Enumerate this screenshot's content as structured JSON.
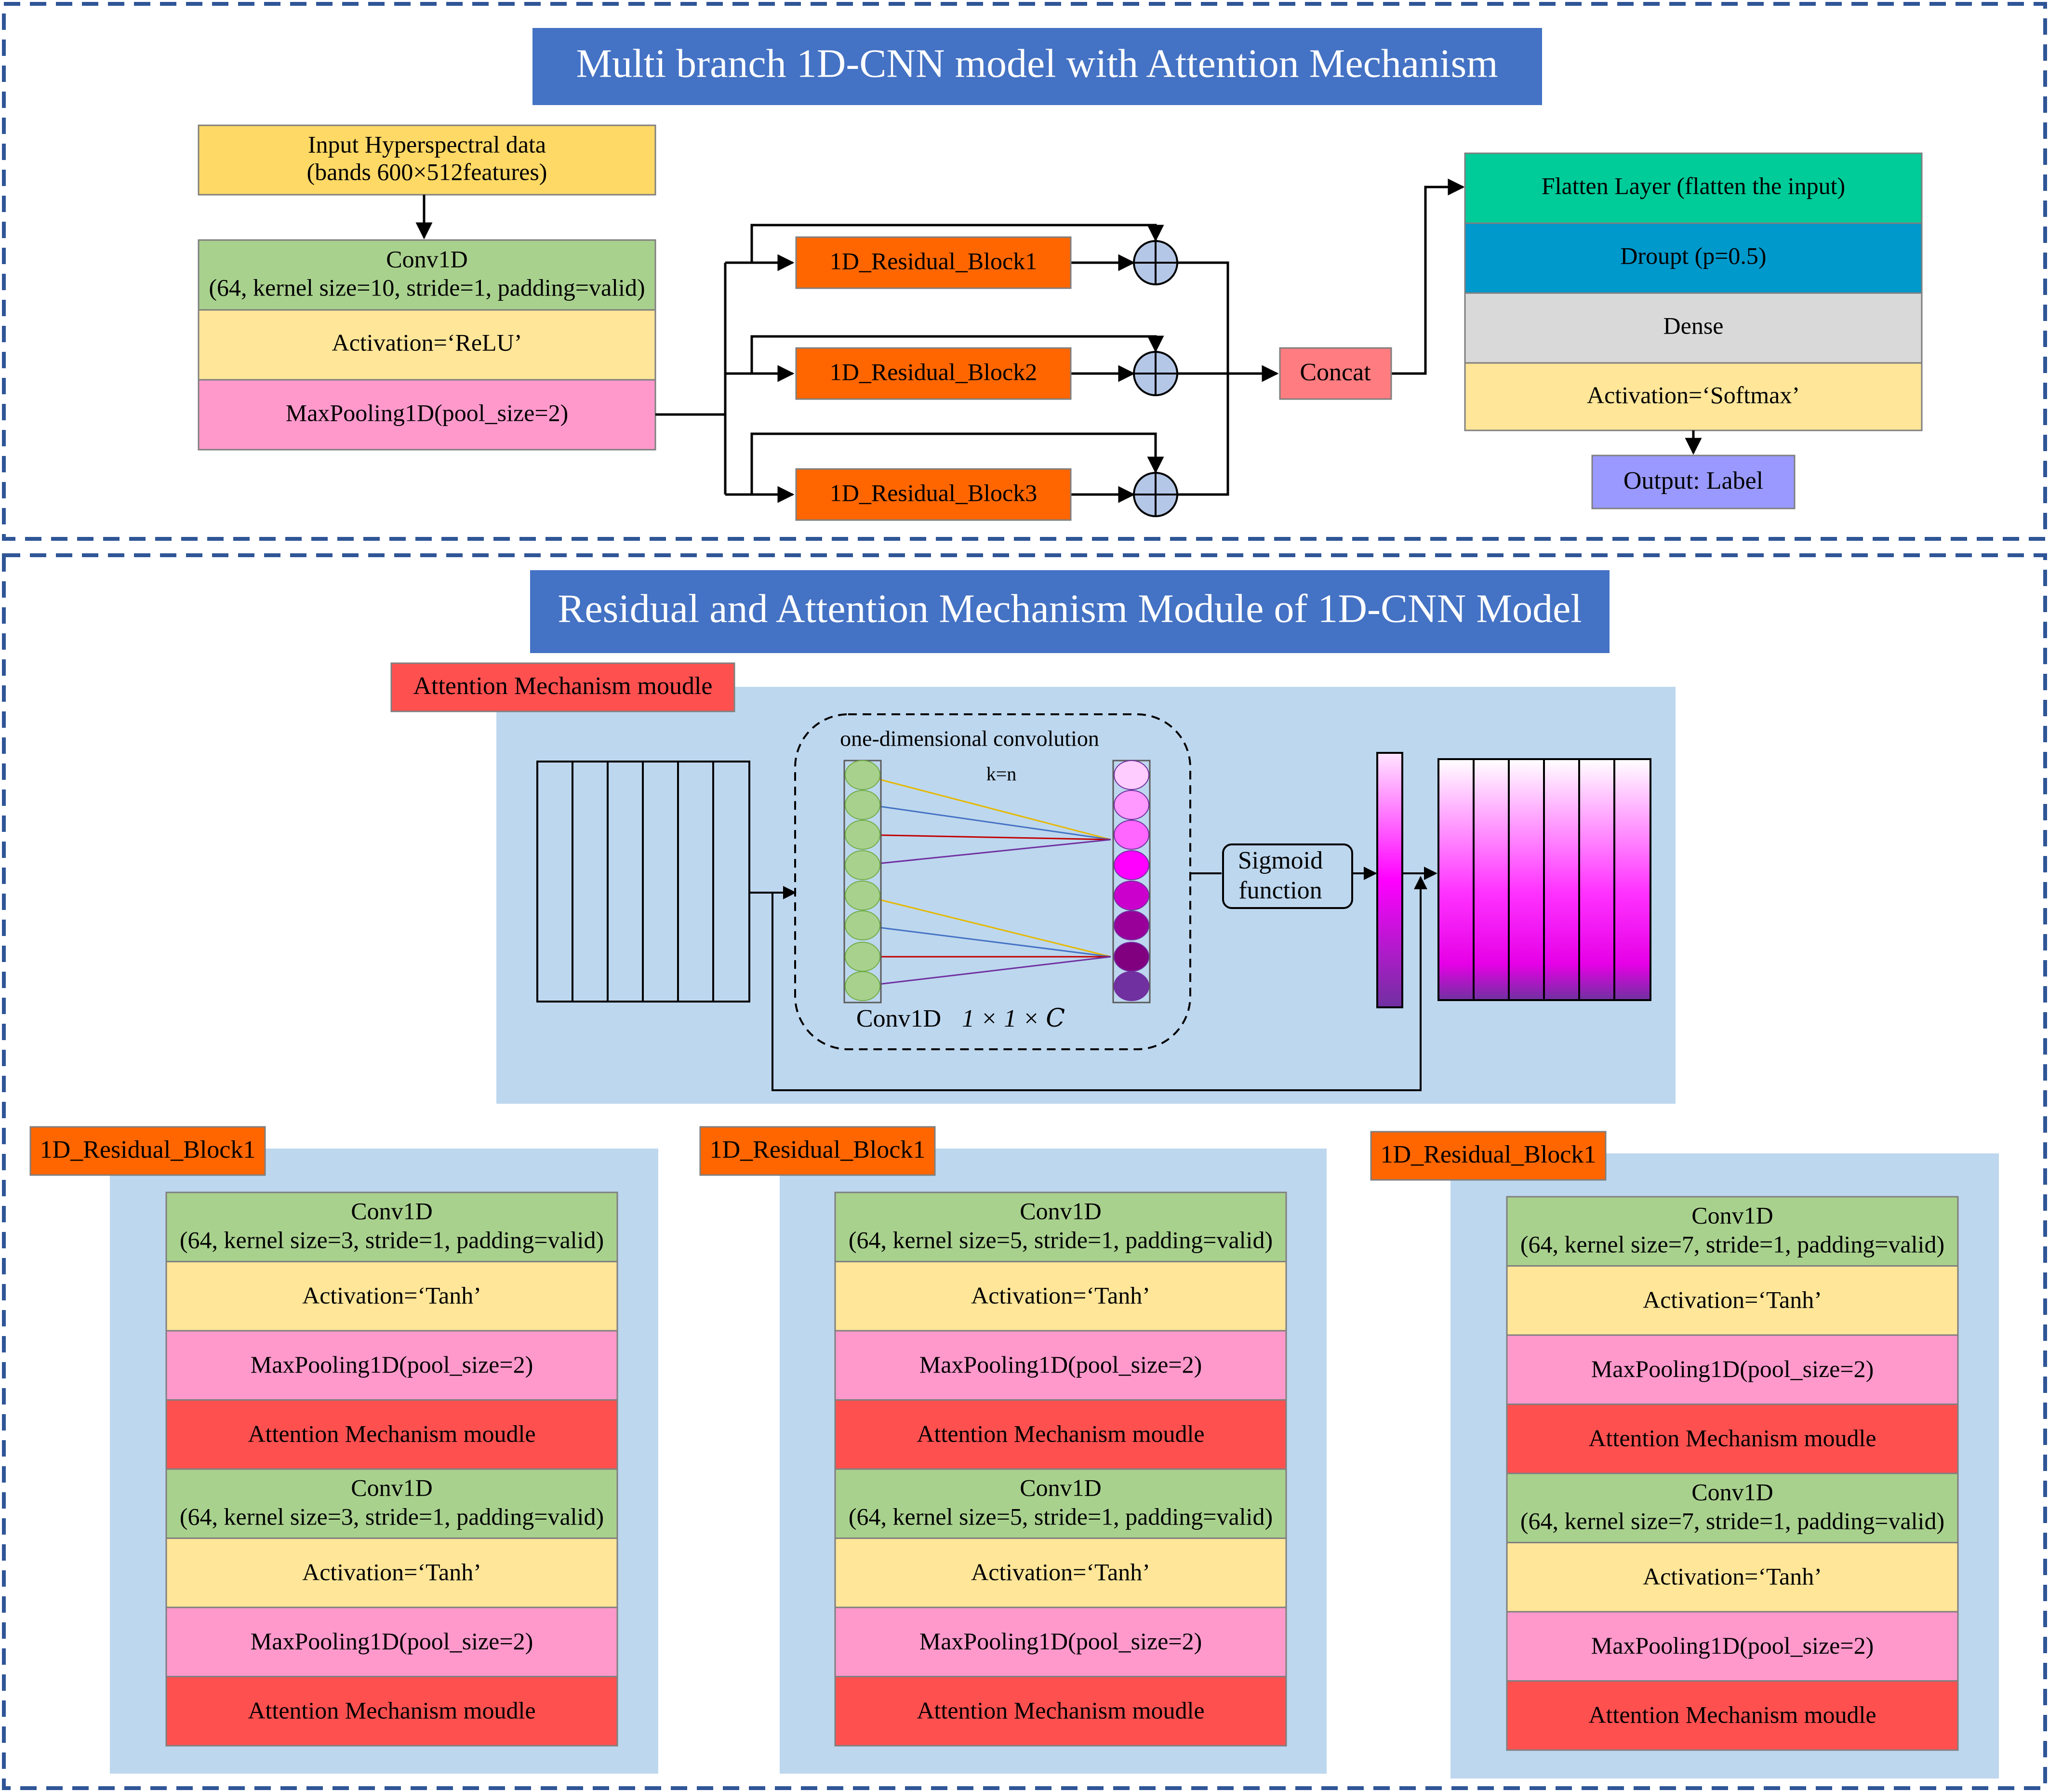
{
  "colors": {
    "title_bg": "#4472C4",
    "frame_dash": "#2F5597",
    "panel_bg": "#BDD7EE",
    "conv": "#A9D18E",
    "activation": "#FFE699",
    "pooling": "#FF99CC",
    "attention": "#FF5050",
    "input": "#FFD966",
    "residual": "#FF6600",
    "concat": "#FF7C80",
    "flatten": "#00CC99",
    "dropout": "#0099CC",
    "dense": "#D9D9D9",
    "output": "#9999FF",
    "sum_node": "#B4C7E7"
  },
  "top": {
    "title": "Multi branch 1D-CNN model with Attention Mechanism",
    "input_line1": "Input Hyperspectral data",
    "input_line2": "(bands 600×512features)",
    "conv_line1": "Conv1D",
    "conv_line2": "(64, kernel size=10, stride=1, padding=valid)",
    "activation": "Activation=‘ReLU’",
    "pooling": "MaxPooling1D(pool_size=2)",
    "residual_blocks": [
      "1D_Residual_Block1",
      "1D_Residual_Block2",
      "1D_Residual_Block3"
    ],
    "concat": "Concat",
    "flatten": "Flatten Layer (flatten the input)",
    "dropout": "Droupt (p=0.5)",
    "dense": "Dense",
    "softmax": "Activation=‘Softmax’",
    "output": "Output: Label"
  },
  "bottom": {
    "title": "Residual and Attention Mechanism Module of 1D-CNN Model",
    "attention_label": "Attention Mechanism moudle",
    "conv_region_label": "one-dimensional convolution",
    "k_label": "k=n",
    "conv1d_label": "Conv1D",
    "shape_label": "1 × 1 × 𝐶",
    "sigmoid_line1": "Sigmoid",
    "sigmoid_line2": "function",
    "blocks": [
      {
        "label": "1D_Residual_Block1",
        "layers": [
          {
            "kind": "conv",
            "line1": "Conv1D",
            "line2": "(64, kernel size=3, stride=1, padding=valid)"
          },
          {
            "kind": "activation",
            "line1": "Activation=‘Tanh’"
          },
          {
            "kind": "pooling",
            "line1": "MaxPooling1D(pool_size=2)"
          },
          {
            "kind": "attention",
            "line1": "Attention Mechanism moudle"
          },
          {
            "kind": "conv",
            "line1": "Conv1D",
            "line2": "(64, kernel size=3, stride=1, padding=valid)"
          },
          {
            "kind": "activation",
            "line1": "Activation=‘Tanh’"
          },
          {
            "kind": "pooling",
            "line1": "MaxPooling1D(pool_size=2)"
          },
          {
            "kind": "attention",
            "line1": "Attention Mechanism moudle"
          }
        ]
      },
      {
        "label": "1D_Residual_Block1",
        "layers": [
          {
            "kind": "conv",
            "line1": "Conv1D",
            "line2": "(64, kernel size=5, stride=1, padding=valid)"
          },
          {
            "kind": "activation",
            "line1": "Activation=‘Tanh’"
          },
          {
            "kind": "pooling",
            "line1": "MaxPooling1D(pool_size=2)"
          },
          {
            "kind": "attention",
            "line1": "Attention Mechanism moudle"
          },
          {
            "kind": "conv",
            "line1": "Conv1D",
            "line2": "(64, kernel size=5, stride=1, padding=valid)"
          },
          {
            "kind": "activation",
            "line1": "Activation=‘Tanh’"
          },
          {
            "kind": "pooling",
            "line1": "MaxPooling1D(pool_size=2)"
          },
          {
            "kind": "attention",
            "line1": "Attention Mechanism moudle"
          }
        ]
      },
      {
        "label": "1D_Residual_Block1",
        "layers": [
          {
            "kind": "conv",
            "line1": "Conv1D",
            "line2": "(64, kernel size=7, stride=1, padding=valid)"
          },
          {
            "kind": "activation",
            "line1": "Activation=‘Tanh’"
          },
          {
            "kind": "pooling",
            "line1": "MaxPooling1D(pool_size=2)"
          },
          {
            "kind": "attention",
            "line1": "Attention Mechanism moudle"
          },
          {
            "kind": "conv",
            "line1": "Conv1D",
            "line2": "(64, kernel size=7, stride=1, padding=valid)"
          },
          {
            "kind": "activation",
            "line1": "Activation=‘Tanh’"
          },
          {
            "kind": "pooling",
            "line1": "MaxPooling1D(pool_size=2)"
          },
          {
            "kind": "attention",
            "line1": "Attention Mechanism moudle"
          }
        ]
      }
    ]
  }
}
